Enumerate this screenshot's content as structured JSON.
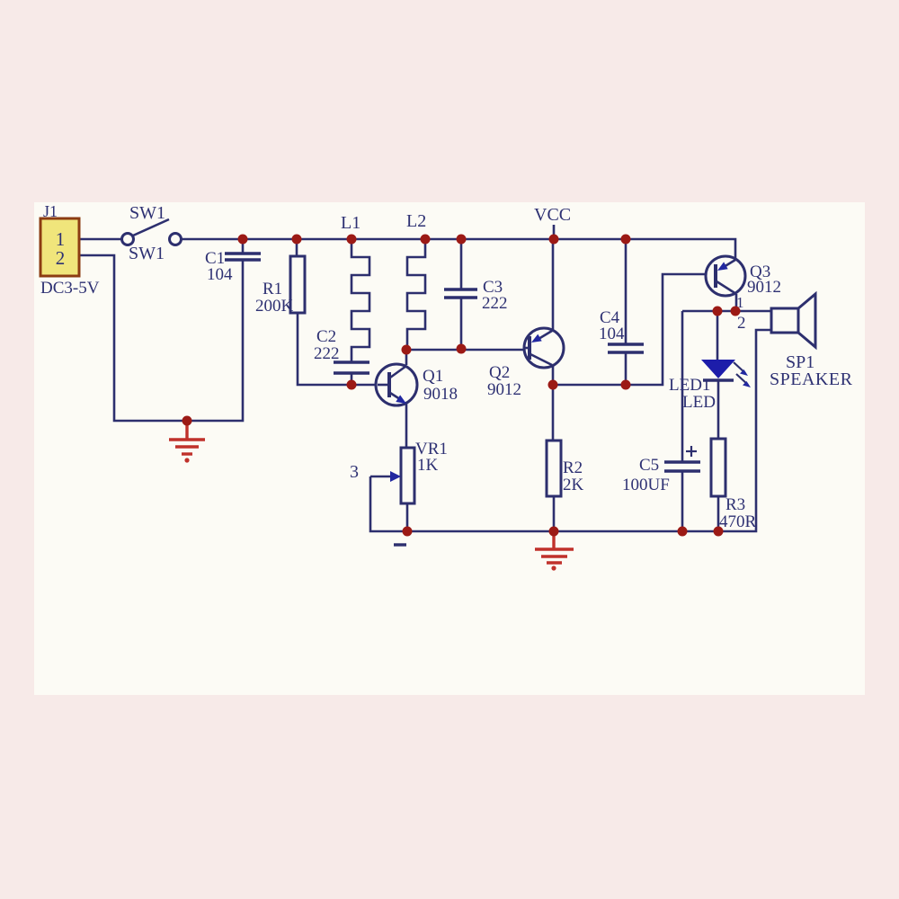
{
  "colors": {
    "background": "#f7eae8",
    "board": "#fcfbf5",
    "wire": "#2d2f6e",
    "label_text": "#2e3173",
    "junction_dot": "#9c1a15",
    "ground_red": "#c0312b",
    "arrow_blue": "#2228a0",
    "connector_fill": "#f0e57b",
    "connector_border": "#8c3c12"
  },
  "components": {
    "j1": {
      "ref": "J1",
      "pin1": "1",
      "pin2": "2",
      "value": "DC3-5V"
    },
    "sw1": {
      "label_top": "SW1",
      "label_bottom": "SW1"
    },
    "c1": {
      "ref": "C1",
      "value": "104"
    },
    "r1": {
      "ref": "R1",
      "value": "200K"
    },
    "l1": {
      "ref": "L1"
    },
    "l2": {
      "ref": "L2"
    },
    "c2": {
      "ref": "C2",
      "value": "222"
    },
    "c3": {
      "ref": "C3",
      "value": "222"
    },
    "c4": {
      "ref": "C4",
      "value": "104"
    },
    "c5": {
      "ref": "C5",
      "value": "100UF"
    },
    "q1": {
      "ref": "Q1",
      "value": "9018"
    },
    "q2": {
      "ref": "Q2",
      "value": "9012"
    },
    "q3": {
      "ref": "Q3",
      "value": "9012"
    },
    "r2": {
      "ref": "R2",
      "value": "2K"
    },
    "r3": {
      "ref": "R3",
      "value": "470R"
    },
    "vr1": {
      "ref": "VR1",
      "value": "1K",
      "pin3": "3"
    },
    "led1": {
      "ref": "LED1",
      "value": "LED"
    },
    "sp1": {
      "ref": "SP1",
      "value": "SPEAKER",
      "pin1": "1",
      "pin2": "2"
    },
    "vcc": {
      "label": "VCC"
    }
  }
}
